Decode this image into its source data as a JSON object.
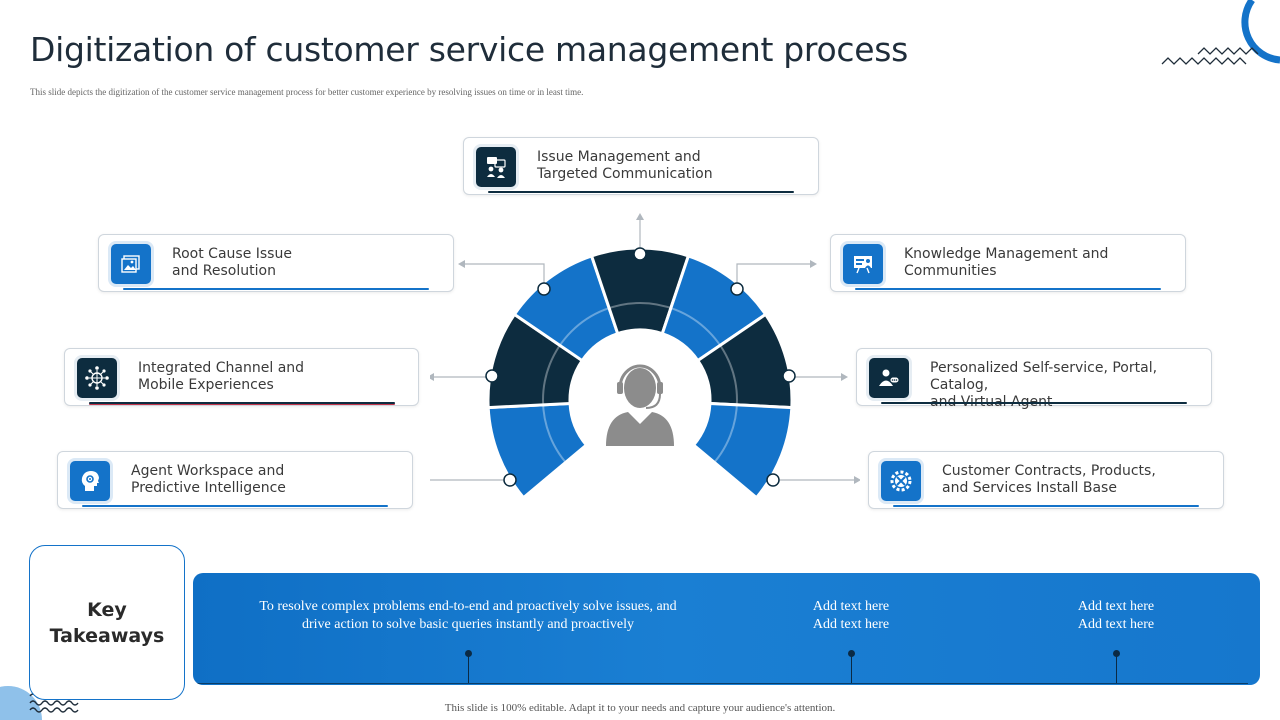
{
  "title": "Digitization of customer service management process",
  "subtitle": "This slide depicts the digitization of the customer service management process for better customer experience by resolving issues on time or in least time.",
  "colors": {
    "dark_navy": "#0d2c3f",
    "blue": "#1473c9",
    "light_blue": "#dbe9f6"
  },
  "center_icon": "agent-headset-icon",
  "cards": [
    {
      "id": "issue-management",
      "label": "Issue Management and\nTargeted Communication",
      "icon": "chat-users-icon",
      "icon_style": "dark"
    },
    {
      "id": "root-cause",
      "label": "Root Cause Issue\nand Resolution",
      "icon": "image-gallery-icon",
      "icon_style": "blue"
    },
    {
      "id": "knowledge-management",
      "label": "Knowledge Management and\nCommunities",
      "icon": "presentation-board-icon",
      "icon_style": "blue"
    },
    {
      "id": "integrated-channel",
      "label": "Integrated Channel and\nMobile Experiences",
      "icon": "network-globe-icon",
      "icon_style": "dark"
    },
    {
      "id": "personalized-self-service",
      "label": "Personalized Self-service, Portal, Catalog,\nand Virtual Agent",
      "icon": "user-chat-icon",
      "icon_style": "dark"
    },
    {
      "id": "agent-workspace",
      "label": "Agent Workspace and\nPredictive Intelligence",
      "icon": "head-gear-icon",
      "icon_style": "blue"
    },
    {
      "id": "customer-contracts",
      "label": "Customer Contracts, Products,\nand Services Install Base",
      "icon": "tools-gear-icon",
      "icon_style": "blue"
    }
  ],
  "key_takeaways": {
    "heading": "Key\nTakeaways",
    "items": [
      "To resolve complex problems end-to-end and proactively solve issues, and\ndrive action to solve basic queries instantly and proactively",
      "Add text here\nAdd text here",
      "Add text here\nAdd text here"
    ]
  },
  "footer": "This slide is 100% editable. Adapt it to your needs and capture your audience's attention."
}
